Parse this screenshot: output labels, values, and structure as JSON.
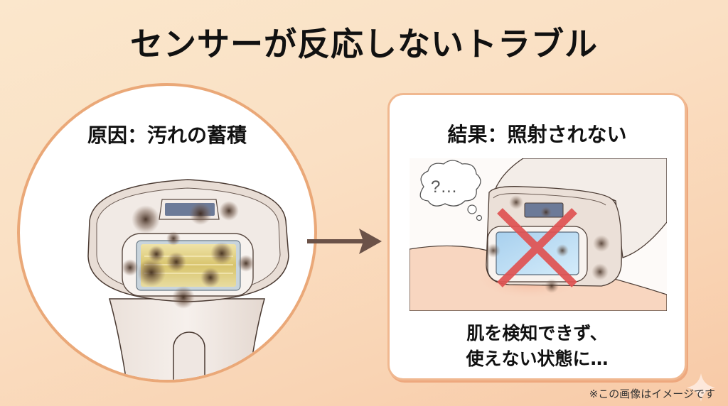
{
  "title": "センサーが反応しないトラブル",
  "cause_panel": {
    "label": "原因：汚れの蓄積",
    "illustration": "dirty-hair-removal-device-head"
  },
  "arrow": {
    "icon": "arrow-right-icon",
    "color": "#6b5248"
  },
  "result_panel": {
    "label": "結果：照射されない",
    "thought_bubble": "?…",
    "illustration": "device-on-skin-with-red-x",
    "caption_line1": "肌を検知できず、",
    "caption_line2": "使えない状態に…"
  },
  "disclaimer": "※この画像はイメージです",
  "colors": {
    "background": "#fae0c4",
    "accent_border": "#eaa878",
    "x_mark": "#e05050",
    "text": "#111111"
  }
}
